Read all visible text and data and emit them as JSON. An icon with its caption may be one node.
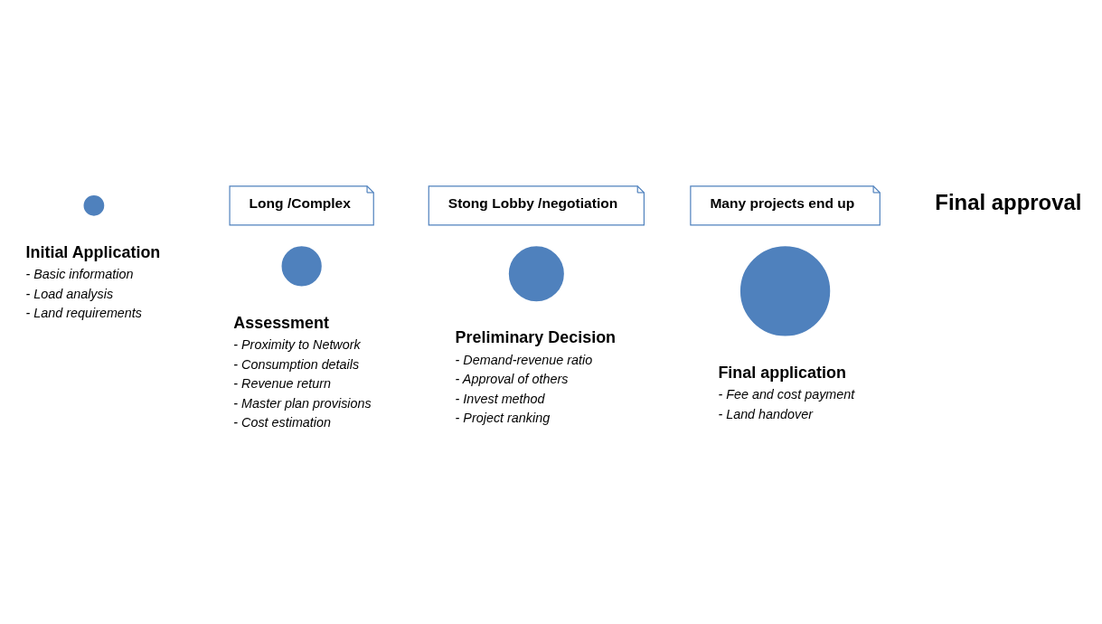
{
  "diagram": {
    "nodes": [
      {
        "text": [
          "Long /Complex"
        ]
      },
      {
        "text": [
          "Stong Lobby /negotiation"
        ]
      },
      {
        "text": [
          "Many projects end up"
        ]
      },
      {
        "text": [],
        "shape": "circle",
        "beside": [
          "Initial Application",
          "- Basic information",
          "- Load analysis",
          "- Land requirements"
        ]
      },
      {
        "text": [],
        "shape": "circle",
        "beside": [
          "Assessment",
          "- Proximity to Network",
          "- Consumption details",
          "- Revenue return",
          "- Master plan provisions",
          "- Cost estimation"
        ]
      },
      {
        "text": [],
        "shape": "circle",
        "beside": [
          "Preliminary Decision",
          "- Demand-revenue ratio",
          "- Approval of others",
          "- Invest method",
          "- Project ranking"
        ]
      },
      {
        "text": [],
        "shape": "circle",
        "beside": [
          "Final application",
          "- Fee and cost payment",
          "- Land handover"
        ]
      }
    ],
    "edges": [],
    "labels": [
      "Final approval"
    ]
  }
}
